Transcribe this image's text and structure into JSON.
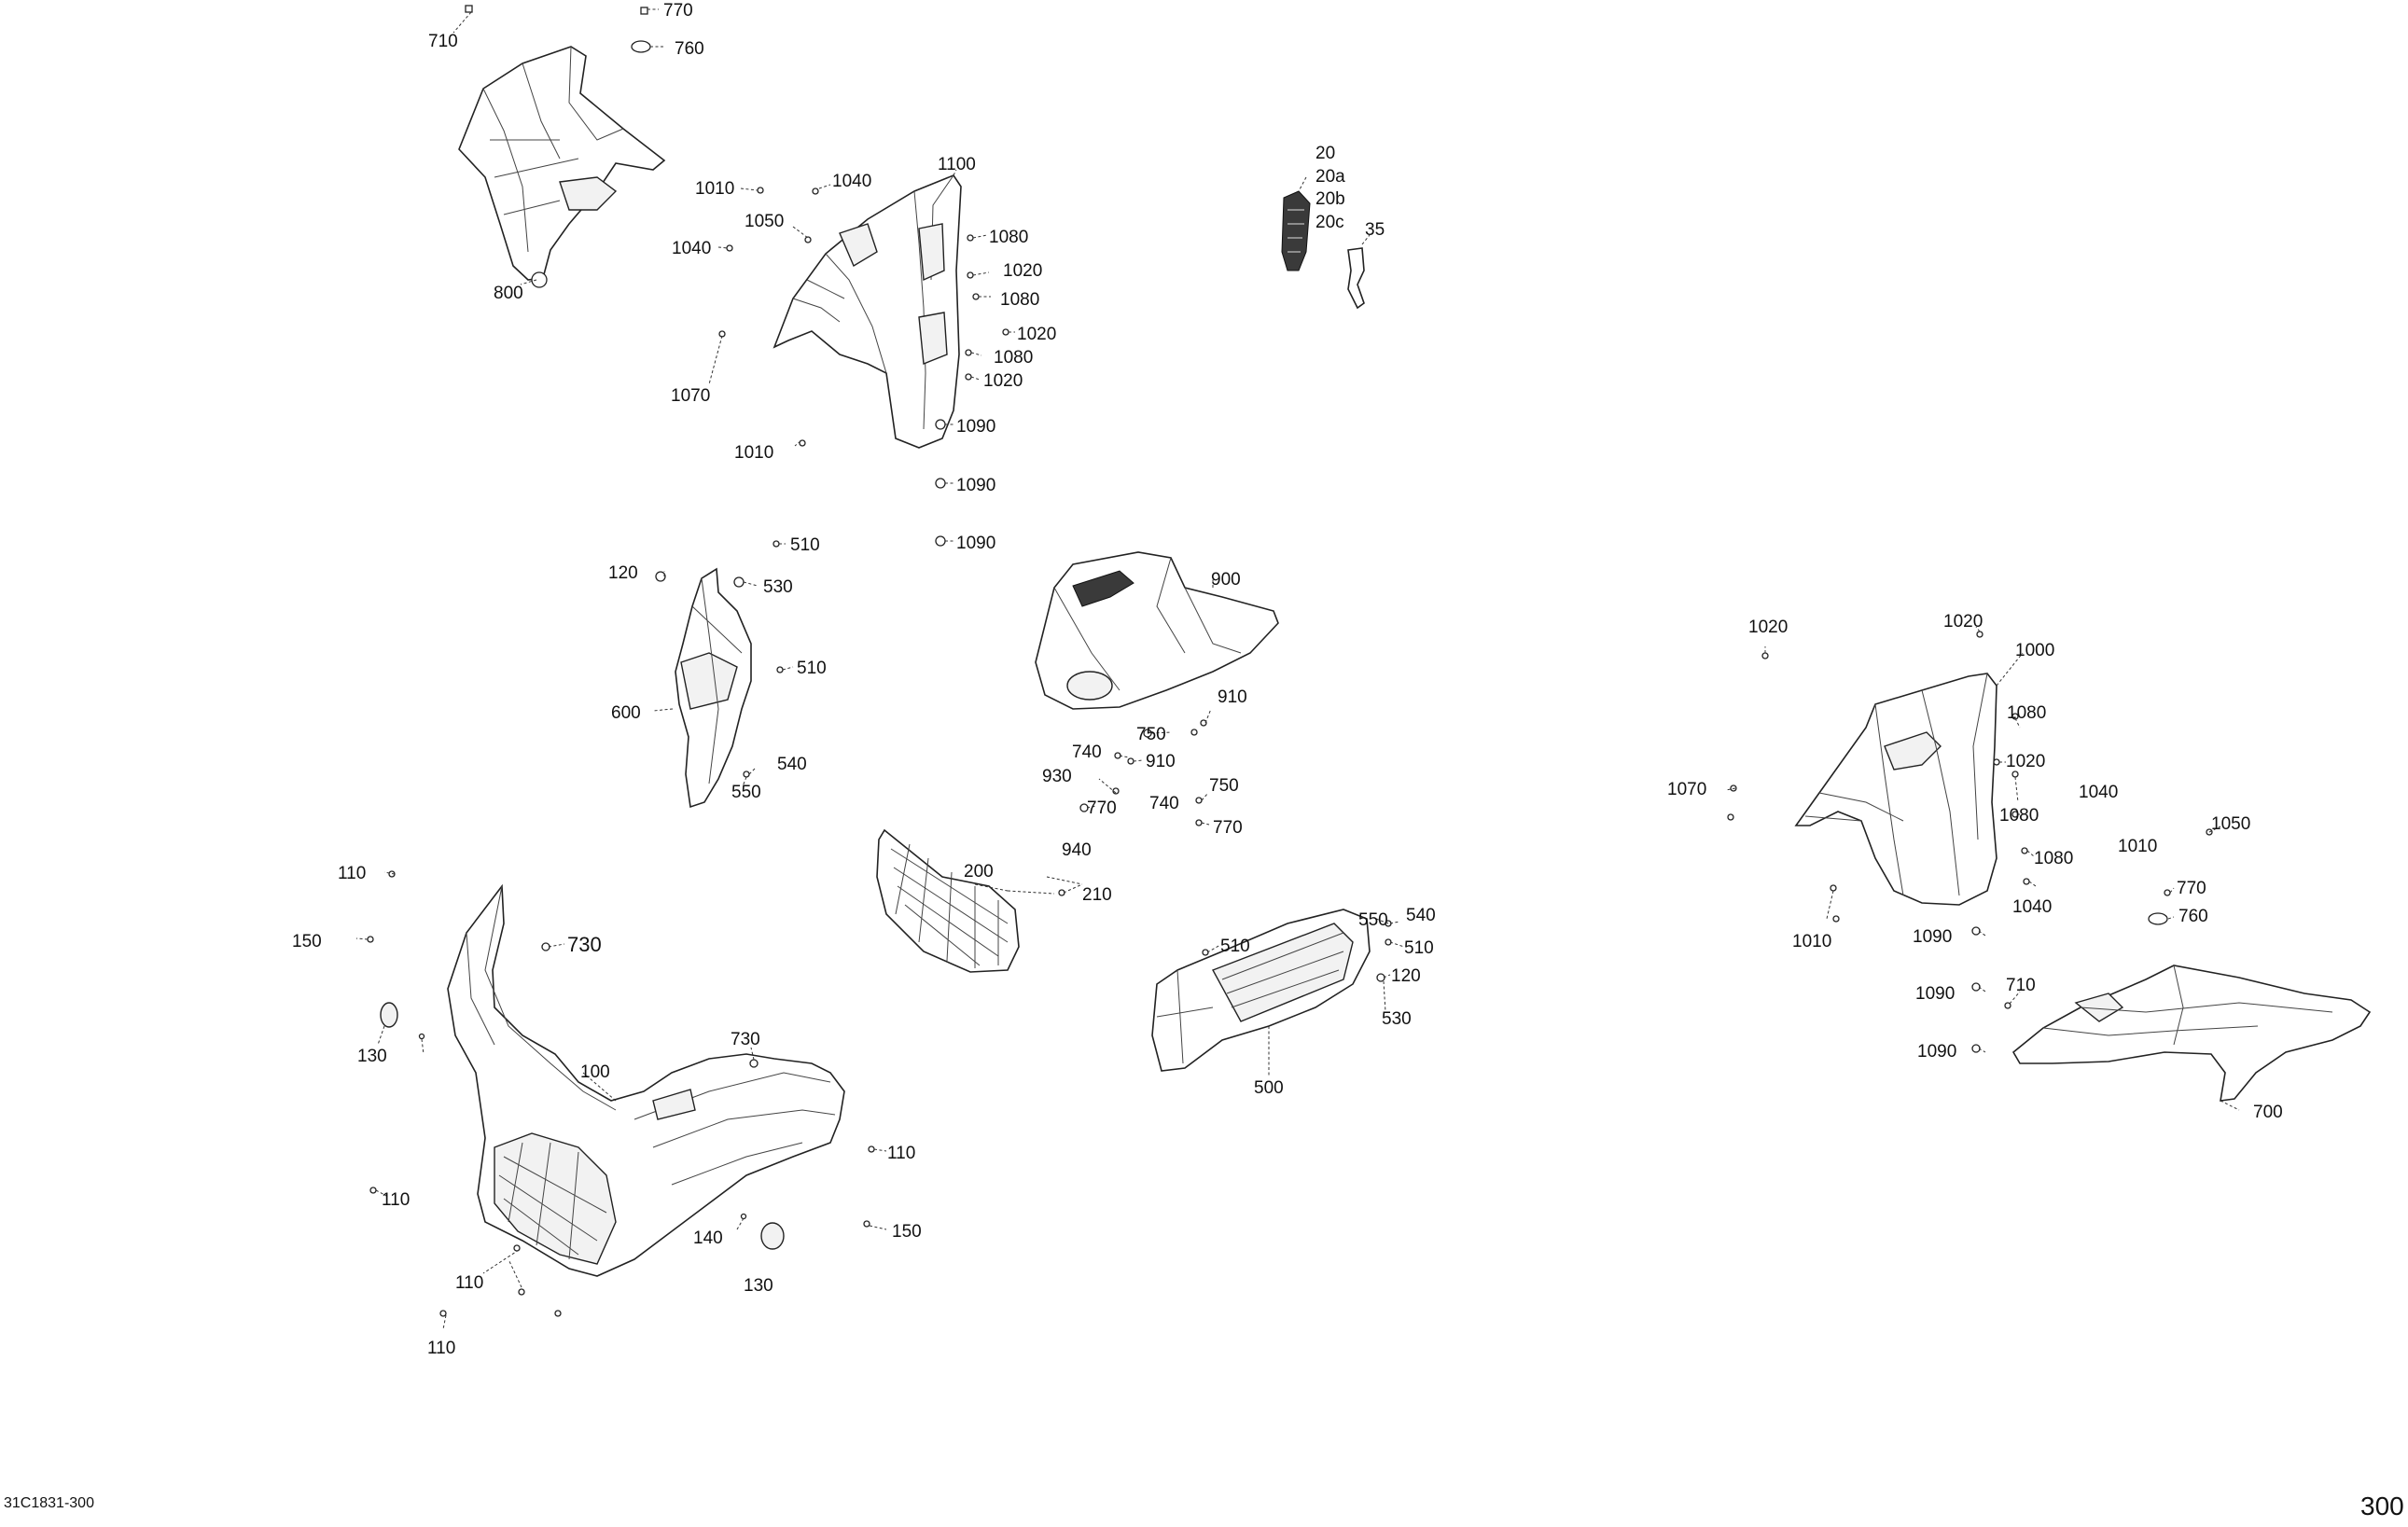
{
  "diagram_code": "31C1831-300",
  "page_number": "300",
  "callouts": {
    "c710a": "710",
    "c770a": "770",
    "c760a": "760",
    "c800": "800",
    "c1010a": "1010",
    "c1040a": "1040",
    "c1100": "1100",
    "c1050a": "1050",
    "c1040b": "1040",
    "c1080a": "1080",
    "c1020a": "1020",
    "c1080b": "1080",
    "c1020b": "1020",
    "c1080c": "1080",
    "c1020c": "1020",
    "c1070a": "1070",
    "c1010b": "1010",
    "c1090a": "1090",
    "c1090b": "1090",
    "c1090c": "1090",
    "c20": "20",
    "c20a": "20a",
    "c20b": "20b",
    "c20c": "20c",
    "c35": "35",
    "c510a": "510",
    "c120a": "120",
    "c530a": "530",
    "c510b": "510",
    "c600": "600",
    "c540a": "540",
    "c550a": "550",
    "c900": "900",
    "c910a": "910",
    "c750a": "750",
    "c740a": "740",
    "c910b": "910",
    "c930": "930",
    "c770b": "770",
    "c750b": "750",
    "c740b": "740",
    "c770c": "770",
    "c940": "940",
    "c200": "200",
    "c210": "210",
    "c110a": "110",
    "c150a": "150",
    "c730a": "730",
    "c130a": "130",
    "c100": "100",
    "c730b": "730",
    "c110b": "110",
    "c110c": "110",
    "c140": "140",
    "c150b": "150",
    "c130b": "130",
    "c110d": "110",
    "c110e": "110",
    "c510c": "510",
    "c550b": "550",
    "c540b": "540",
    "c510d": "510",
    "c120b": "120",
    "c530b": "530",
    "c500": "500",
    "c1020d": "1020",
    "c1020e": "1020",
    "c1000": "1000",
    "c1080d": "1080",
    "c1020f": "1020",
    "c1070b": "1070",
    "c1080e": "1080",
    "c1040c": "1040",
    "c1050b": "1050",
    "c1080f": "1080",
    "c1010c": "1010",
    "c1040d": "1040",
    "c770d": "770",
    "c760b": "760",
    "c1010d": "1010",
    "c1090d": "1090",
    "c710b": "710",
    "c1090e": "1090",
    "c1090f": "1090",
    "c700": "700"
  }
}
